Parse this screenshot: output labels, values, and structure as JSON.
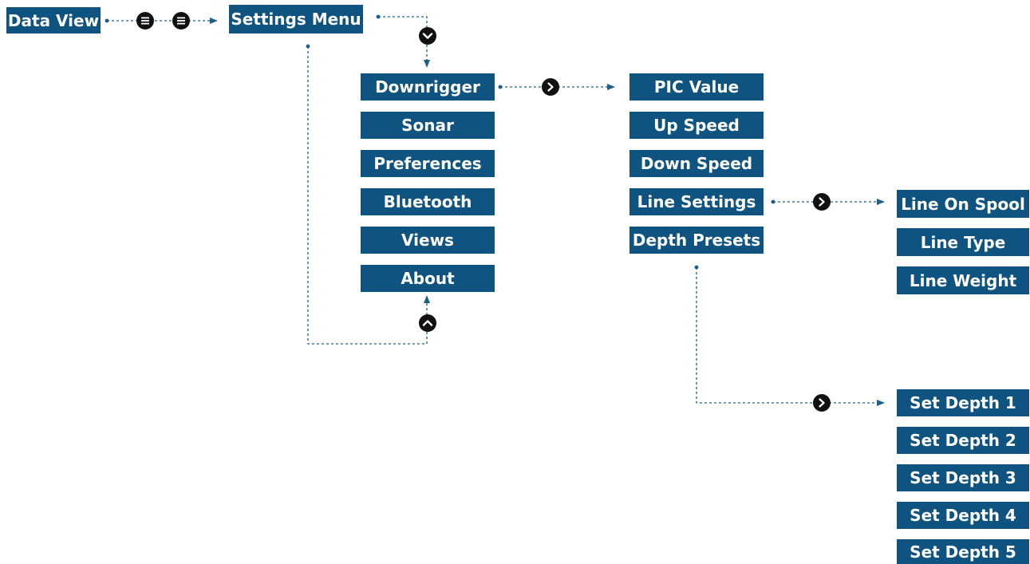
{
  "colors": {
    "box": "#0f5380",
    "box_text": "#ffffff",
    "connector": "#1d5f8c",
    "nav_icon": "#111111"
  },
  "root": {
    "data_view": "Data View",
    "settings_menu": "Settings Menu"
  },
  "settings_items": [
    "Downrigger",
    "Sonar",
    "Preferences",
    "Bluetooth",
    "Views",
    "About"
  ],
  "downrigger_items": [
    "PIC Value",
    "Up Speed",
    "Down Speed",
    "Line Settings",
    "Depth Presets"
  ],
  "line_settings_items": [
    "Line On Spool",
    "Line Type",
    "Line Weight"
  ],
  "depth_preset_items": [
    "Set Depth 1",
    "Set Depth 2",
    "Set Depth 3",
    "Set Depth 4",
    "Set Depth 5"
  ],
  "icons": {
    "menu_button": "menu-icon",
    "scroll_down": "chevron-down-icon",
    "scroll_up": "chevron-up-icon",
    "select": "chevron-right-icon"
  }
}
